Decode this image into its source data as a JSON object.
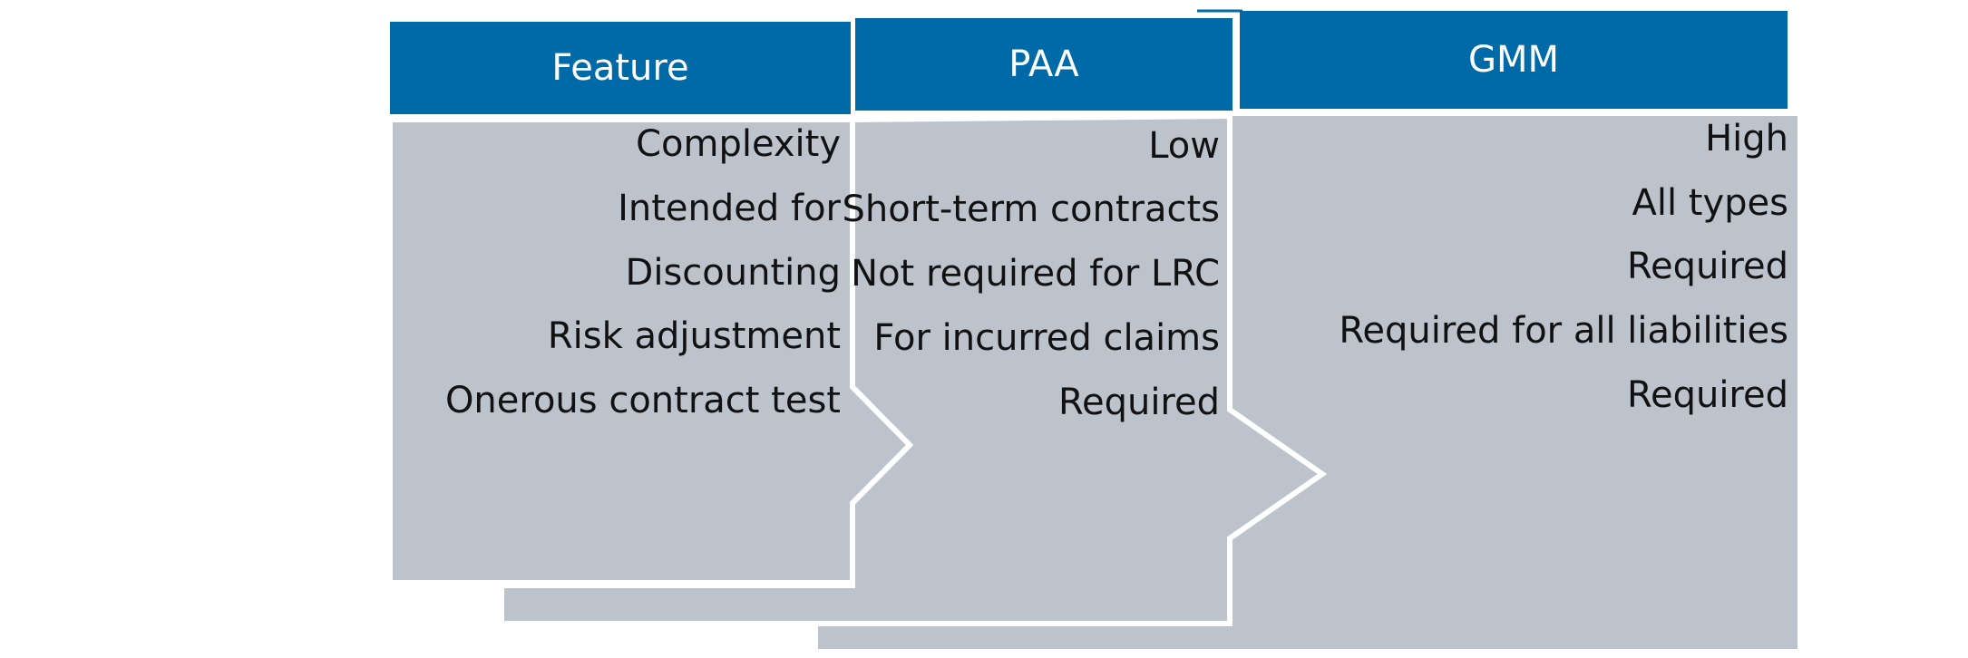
{
  "colors": {
    "header_bg": "#0069a8",
    "header_text": "#ffffff",
    "body_bg": "#bcc3cc",
    "divider": "#ffffff",
    "text": "#111111"
  },
  "columns": [
    {
      "header": "Feature",
      "rows": [
        "Complexity",
        "Intended for",
        "Discounting",
        "Risk adjustment",
        "Onerous contract test"
      ]
    },
    {
      "header": "PAA",
      "rows": [
        "Low",
        "Short-term contracts",
        "Not required for LRC",
        "For incurred claims",
        "Required"
      ]
    },
    {
      "header": "GMM",
      "rows": [
        "High",
        "All types",
        "Required",
        "Required for all liabilities",
        "Required"
      ]
    }
  ]
}
